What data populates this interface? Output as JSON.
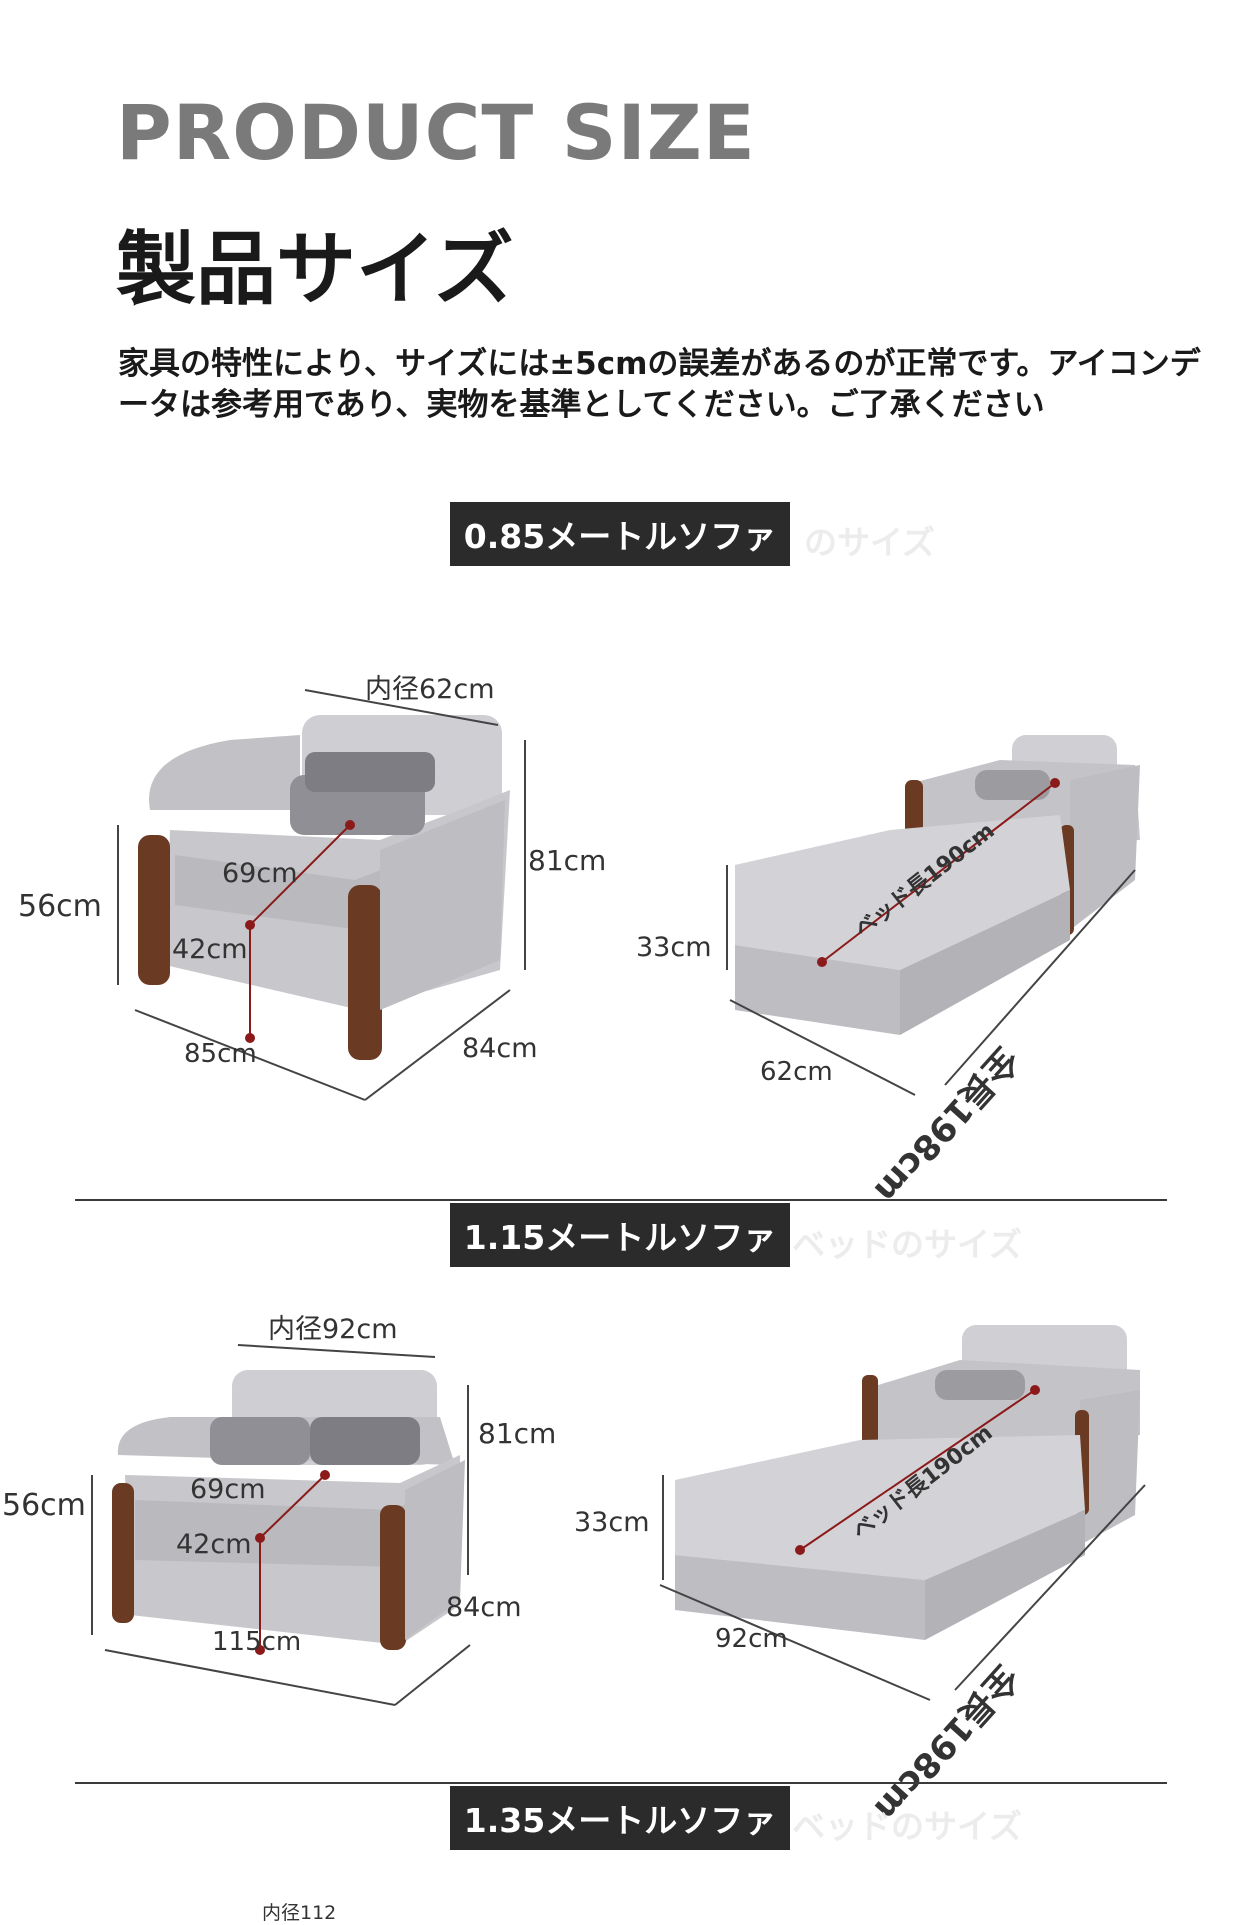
{
  "header": {
    "title_en": "PRODUCT SIZE",
    "title_jp": "製品サイズ",
    "note": "家具の特性により、サイズには±5cmの誤差があるのが正常です。アイコンデータは参考用であり、実物を基準としてください。ご了承ください"
  },
  "sections": [
    {
      "band": "0.85メートルソファ",
      "ghost": "のサイズ",
      "sofa": {
        "inner_width": "内径62cm",
        "back_height": "81cm",
        "arm_height": "56cm",
        "depth_inner": "69cm",
        "seat_height": "42cm",
        "width": "85cm",
        "depth": "84cm"
      },
      "bed": {
        "bed_length": "ベッド長190cm",
        "bed_height": "33cm",
        "bed_width": "62cm",
        "total_length": "全長198cm"
      }
    },
    {
      "band": "1.15メートルソファ",
      "ghost": "ベッドのサイズ",
      "sofa": {
        "inner_width": "内径92cm",
        "back_height": "81cm",
        "arm_height": "56cm",
        "depth_inner": "69cm",
        "seat_height": "42cm",
        "width": "115cm",
        "depth": "84cm"
      },
      "bed": {
        "bed_length": "ベッド長190cm",
        "bed_height": "33cm",
        "bed_width": "92cm",
        "total_length": "全長198cm"
      }
    },
    {
      "band": "1.35メートルソファ",
      "ghost": "ベッドのサイズ",
      "sofa": {
        "inner_width": "内径112"
      }
    }
  ],
  "colors": {
    "fabric": "#c8c8cc",
    "fabric_dark": "#a9a9ae",
    "wood": "#6b3a22",
    "band": "#2b2b2b",
    "marker": "#8b1a1a"
  }
}
